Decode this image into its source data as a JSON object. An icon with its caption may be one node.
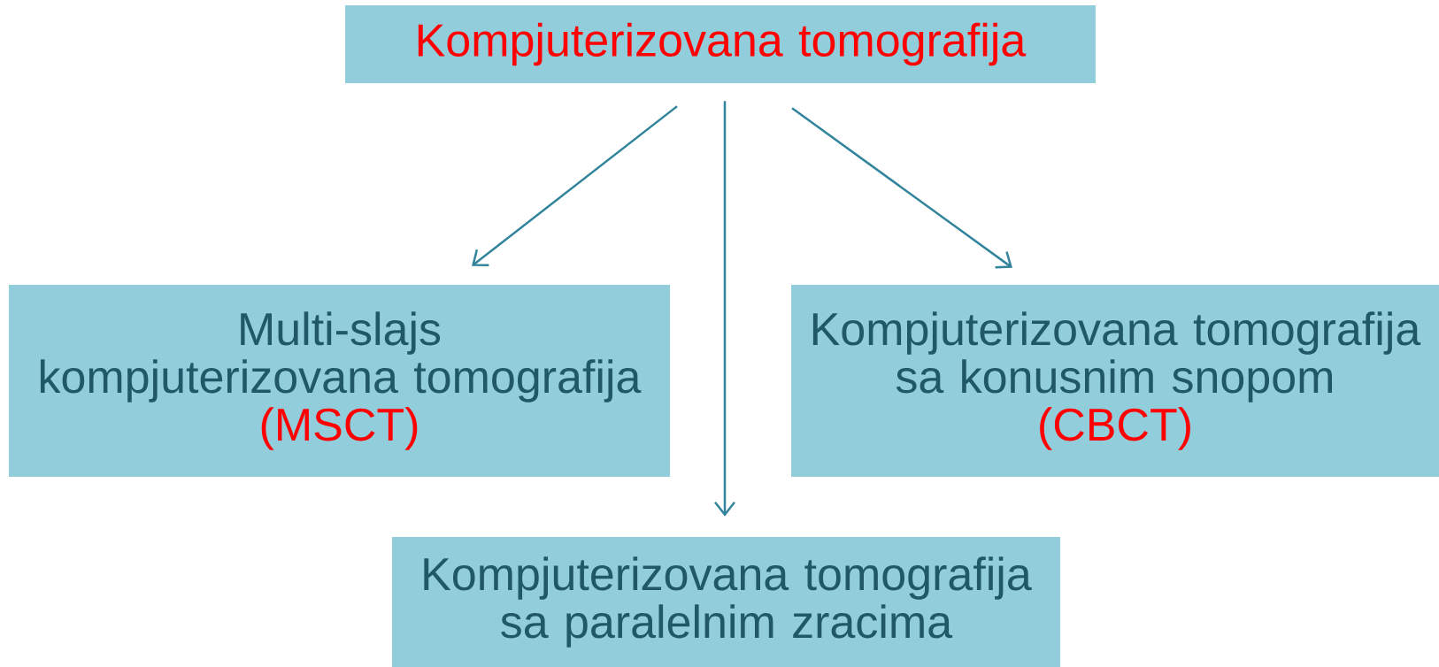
{
  "diagram": {
    "nodes": [
      {
        "text": [
          "Kompjuterizovana tomografija"
        ]
      },
      {
        "text": [
          "Multi-slajs kompjuterizovana tomografija",
          "(MSCT)"
        ]
      },
      {
        "text": [
          "Kompjuterizovana tomografija sa paralelnim zracima"
        ]
      },
      {
        "text": [
          "Kompjuterizovana tomografija sa konusnim snopom",
          "(CBCT)"
        ]
      }
    ],
    "edges": [
      {
        "from": 0,
        "to": 1,
        "arrow": "to"
      },
      {
        "from": 0,
        "to": 2,
        "arrow": "to"
      },
      {
        "from": 0,
        "to": 3,
        "arrow": "to"
      }
    ]
  }
}
